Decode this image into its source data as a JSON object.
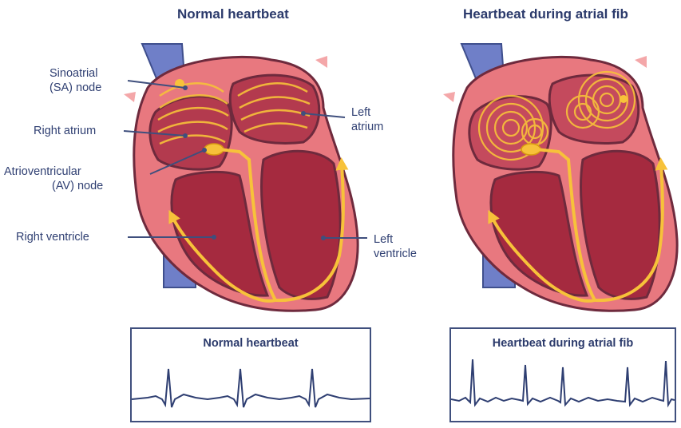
{
  "titles": {
    "normal": "Normal heartbeat",
    "afib": "Heartbeat during atrial fib"
  },
  "labels": {
    "sa_node_line1": "Sinoatrial",
    "sa_node_line2": "(SA) node",
    "right_atrium": "Right atrium",
    "av_node_line1": "Atrioventricular",
    "av_node_line2": "(AV) node",
    "right_ventricle": "Right ventricle",
    "left_atrium_line1": "Left",
    "left_atrium_line2": "atrium",
    "left_ventricle_line1": "Left",
    "left_ventricle_line2": "ventricle"
  },
  "ecg": {
    "normal_title": "Normal heartbeat",
    "afib_title": "Heartbeat during atrial fib"
  },
  "colors": {
    "heart_outer": "#e8787f",
    "heart_inner": "#a52a3f",
    "heart_pink": "#f4a7a9",
    "vessel": "#5b6bb5",
    "signal": "#f7c23a",
    "text": "#2f3f72"
  }
}
